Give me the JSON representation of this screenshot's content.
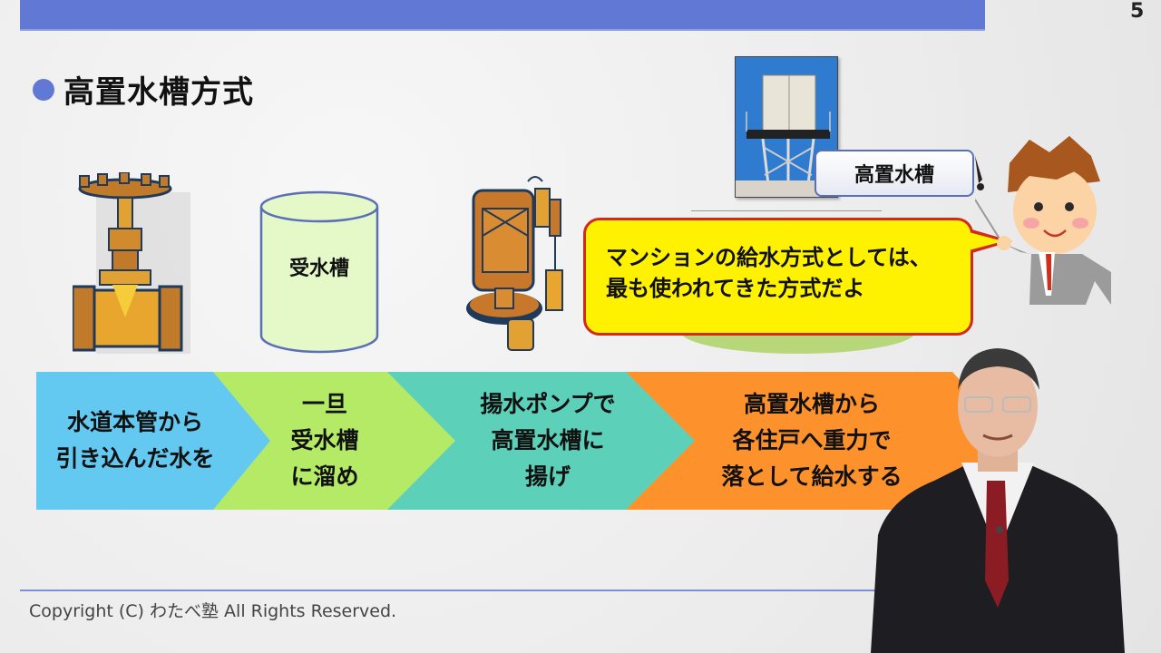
{
  "slide": {
    "page_number": "5",
    "title": "高置水槽方式",
    "accent_color": "#6178d4"
  },
  "illustrations": {
    "valve": {
      "icon": "gate-valve-icon"
    },
    "receiving_tank": {
      "icon": "cylinder-tank-icon",
      "label": "受水槽"
    },
    "pump": {
      "icon": "water-pump-icon"
    },
    "photo": {
      "description": "elevated water tank photo"
    }
  },
  "callouts": {
    "label_box": "高置水槽",
    "speech_line1": "マンションの給水方式としては、",
    "speech_line2": "最も使われてきた方式だよ"
  },
  "flow": {
    "steps": [
      {
        "lines": [
          "水道本管から",
          "引き込んだ水を"
        ],
        "color": "#64c9f0"
      },
      {
        "lines": [
          "一旦",
          "受水槽",
          "に溜め"
        ],
        "color": "#b4ea66"
      },
      {
        "lines": [
          "揚水ポンプで",
          "高置水槽に",
          "揚げ"
        ],
        "color": "#5dd0b9"
      },
      {
        "lines": [
          "高置水槽から",
          "各住戸へ重力で",
          "落として給水する"
        ],
        "color": "#fd922d"
      }
    ]
  },
  "footer": {
    "copyright": "Copyright (C) わたべ塾 All Rights Reserved."
  }
}
